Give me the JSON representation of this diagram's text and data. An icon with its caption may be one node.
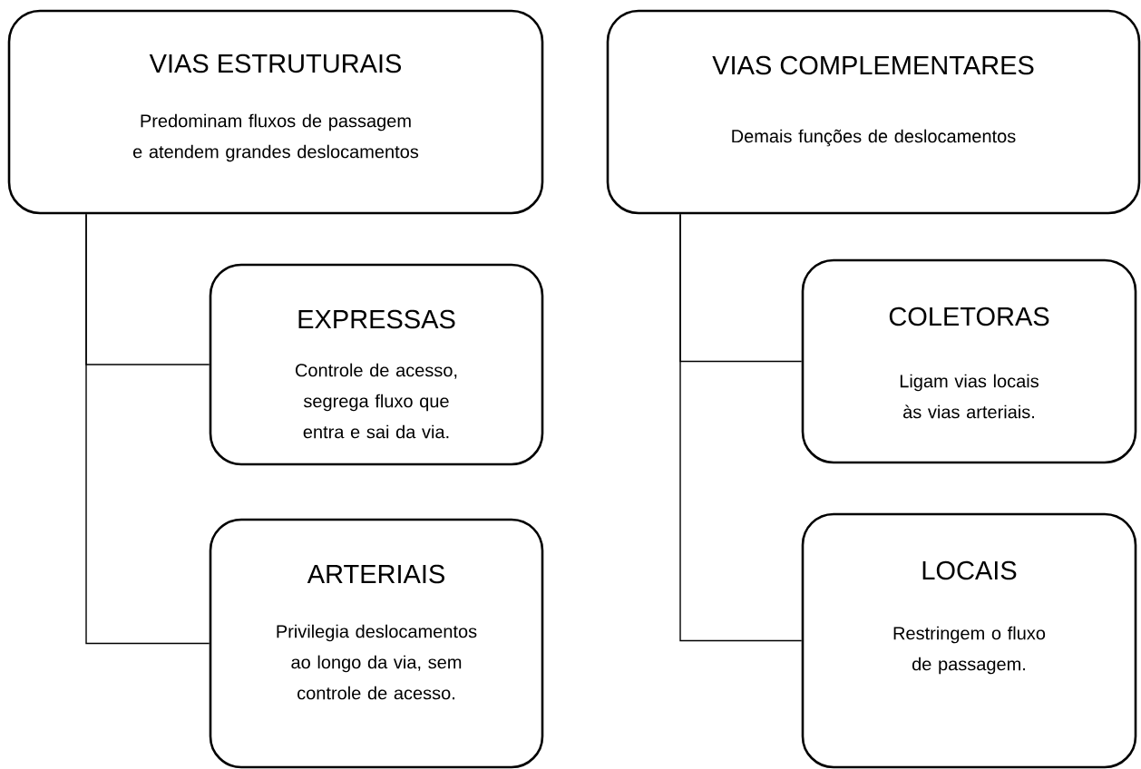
{
  "diagram": {
    "nodes": [
      {
        "text": [
          "VIAS ESTRUTURAIS",
          "Predominam fluxos de passagem e atendem grandes deslocamentos"
        ]
      },
      {
        "text": [
          "EXPRESSAS",
          "Controle de acesso, segrega fluxo que entra e sai da via."
        ]
      },
      {
        "text": [
          "ARTERIAIS",
          "Privilegia deslocamentos ao longo da via, sem controle de acesso."
        ]
      },
      {
        "text": [
          "VIAS COMPLEMENTARES",
          "Demais funções de deslocamentos"
        ]
      },
      {
        "text": [
          "COLETORAS",
          "Ligam vias locais às vias arteriais."
        ]
      },
      {
        "text": [
          "LOCAIS",
          "Restringem o fluxo de passagem."
        ]
      }
    ],
    "edges": [
      {
        "from": 0,
        "to": 1,
        "arrow": "none"
      },
      {
        "from": 0,
        "to": 2,
        "arrow": "none"
      },
      {
        "from": 3,
        "to": 4,
        "arrow": "none"
      },
      {
        "from": 3,
        "to": 5,
        "arrow": "none"
      }
    ]
  }
}
